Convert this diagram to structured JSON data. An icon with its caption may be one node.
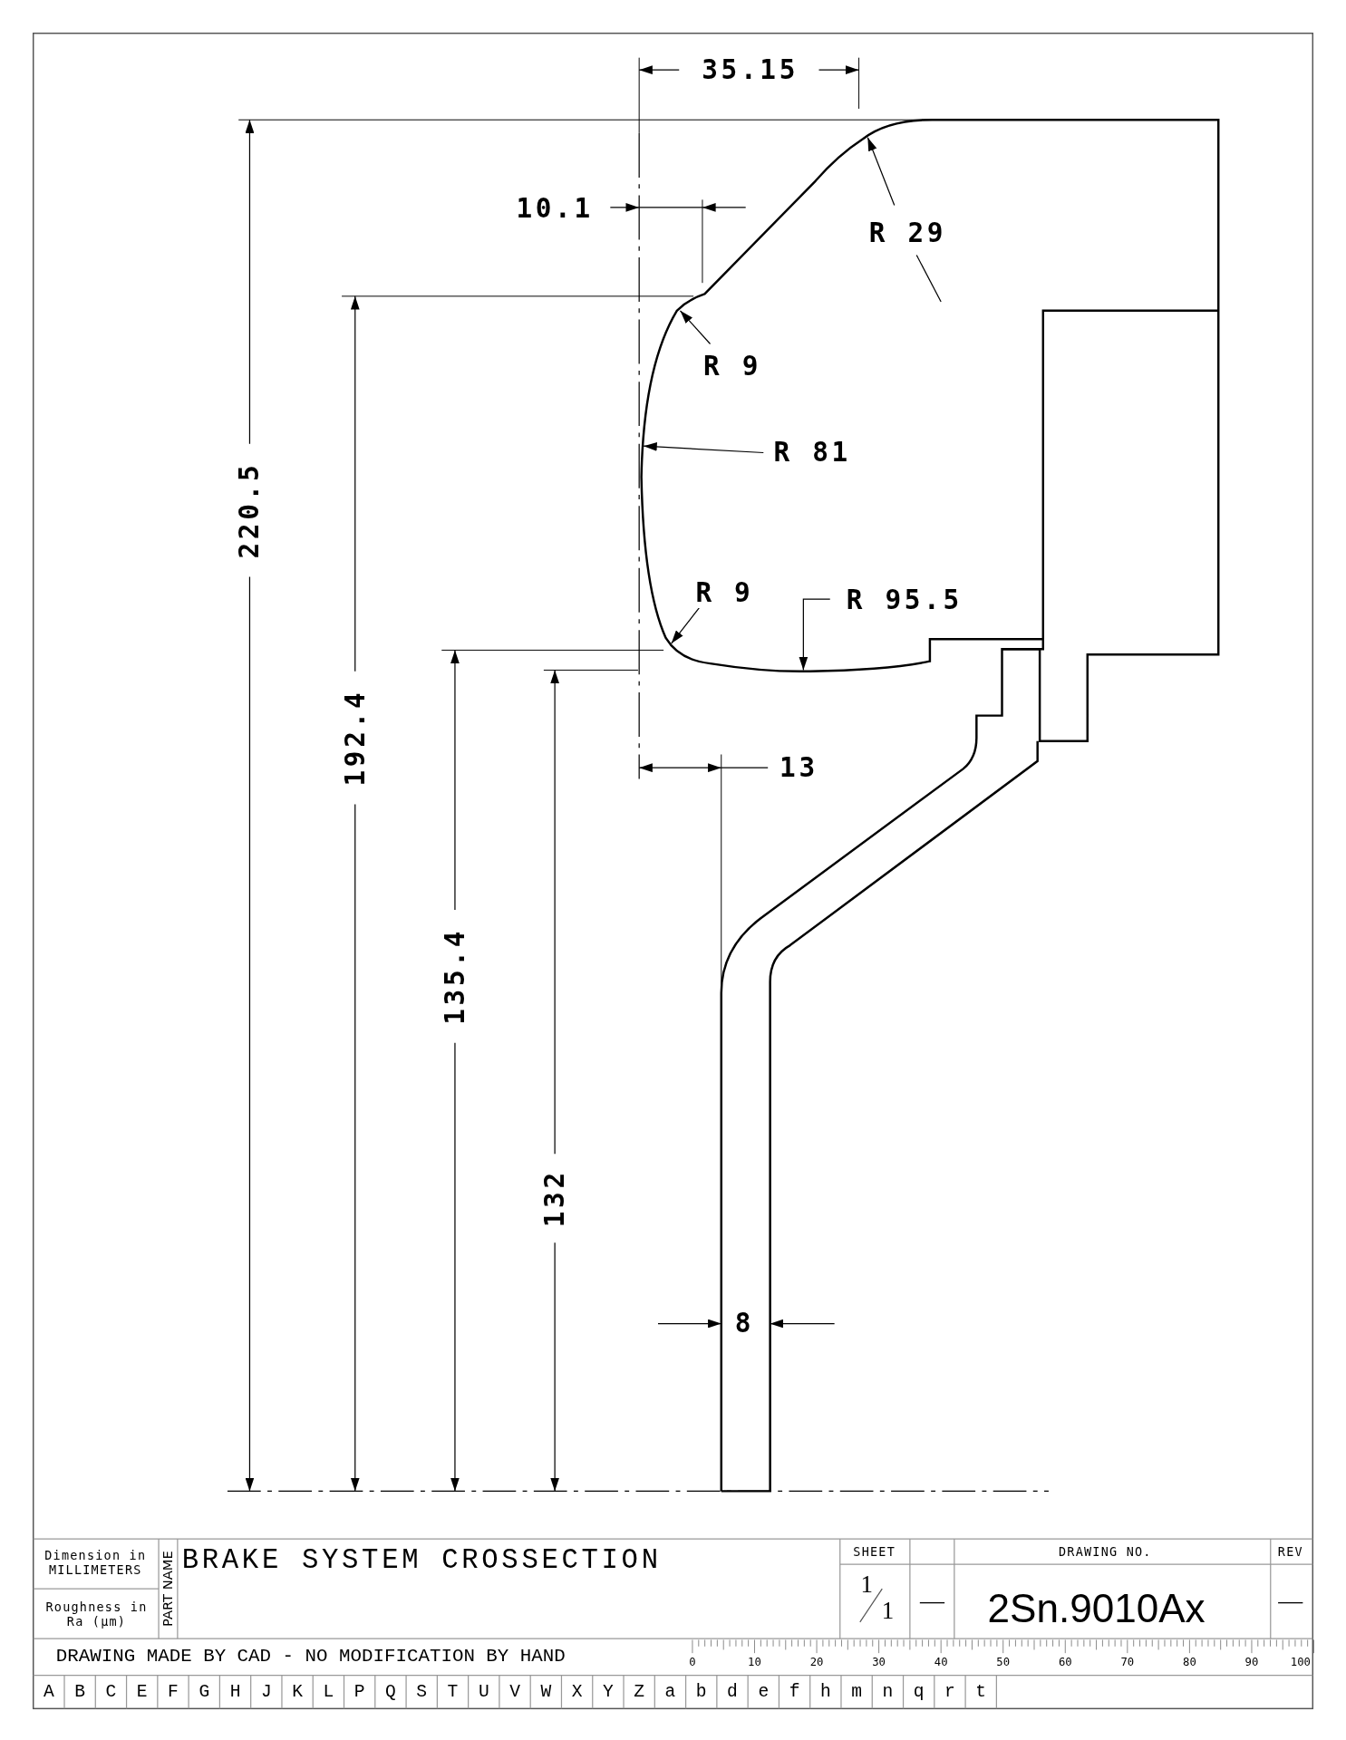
{
  "diagram": {
    "labels": [
      "35.15",
      "10.1",
      "R 29",
      "R 9",
      "R 81",
      "R 9",
      "R 95.5",
      "13",
      "220.5",
      "192.4",
      "135.4",
      "132",
      "8",
      "Dimension in MILLIMETERS",
      "Roughness in Ra (µm)",
      "PART NAME",
      "BRAKE SYSTEM CROSSECTION",
      "SHEET",
      "DRAWING NO.",
      "REV",
      "1",
      "1",
      "—",
      "2Sn.9010Ax",
      "—",
      "DRAWING MADE BY CAD - NO MODIFICATION BY HAND",
      "0",
      "10",
      "20",
      "30",
      "40",
      "50",
      "60",
      "70",
      "80",
      "90",
      "100",
      "A",
      "B",
      "C",
      "E",
      "F",
      "G",
      "H",
      "J",
      "K",
      "L",
      "P",
      "Q",
      "S",
      "T",
      "U",
      "V",
      "W",
      "X",
      "Y",
      "Z",
      "a",
      "b",
      "d",
      "e",
      "f",
      "h",
      "m",
      "n",
      "q",
      "r",
      "t"
    ]
  }
}
